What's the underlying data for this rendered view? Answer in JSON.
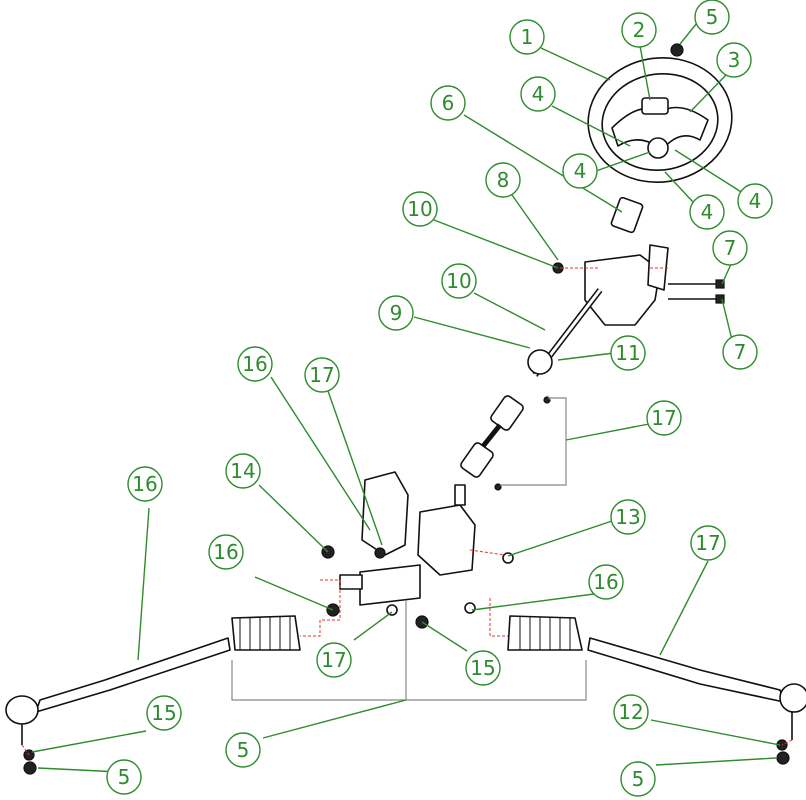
{
  "callouts": [
    {
      "id": "c1",
      "label": "1"
    },
    {
      "id": "c2",
      "label": "2"
    },
    {
      "id": "c5a",
      "label": "5"
    },
    {
      "id": "c3",
      "label": "3"
    },
    {
      "id": "c4a",
      "label": "4"
    },
    {
      "id": "c4b",
      "label": "4"
    },
    {
      "id": "c4c",
      "label": "4"
    },
    {
      "id": "c4d",
      "label": "4"
    },
    {
      "id": "c6",
      "label": "6"
    },
    {
      "id": "c8",
      "label": "8"
    },
    {
      "id": "c7a",
      "label": "7"
    },
    {
      "id": "c7b",
      "label": "7"
    },
    {
      "id": "c10a",
      "label": "10"
    },
    {
      "id": "c10b",
      "label": "10"
    },
    {
      "id": "c9",
      "label": "9"
    },
    {
      "id": "c11",
      "label": "11"
    },
    {
      "id": "c17a",
      "label": "17"
    },
    {
      "id": "c16a",
      "label": "16"
    },
    {
      "id": "c17b",
      "label": "17"
    },
    {
      "id": "c14",
      "label": "14"
    },
    {
      "id": "c16b",
      "label": "16"
    },
    {
      "id": "c13",
      "label": "13"
    },
    {
      "id": "c17c",
      "label": "17"
    },
    {
      "id": "c16c",
      "label": "16"
    },
    {
      "id": "c16d",
      "label": "16"
    },
    {
      "id": "c17d",
      "label": "17"
    },
    {
      "id": "c15a",
      "label": "15"
    },
    {
      "id": "c15b",
      "label": "15"
    },
    {
      "id": "c12",
      "label": "12"
    },
    {
      "id": "c5b",
      "label": "5"
    },
    {
      "id": "c5c",
      "label": "5"
    }
  ],
  "colors": {
    "callout": "#2e8b2e",
    "parts": "#111111",
    "hidden_lines": "#e53030"
  }
}
